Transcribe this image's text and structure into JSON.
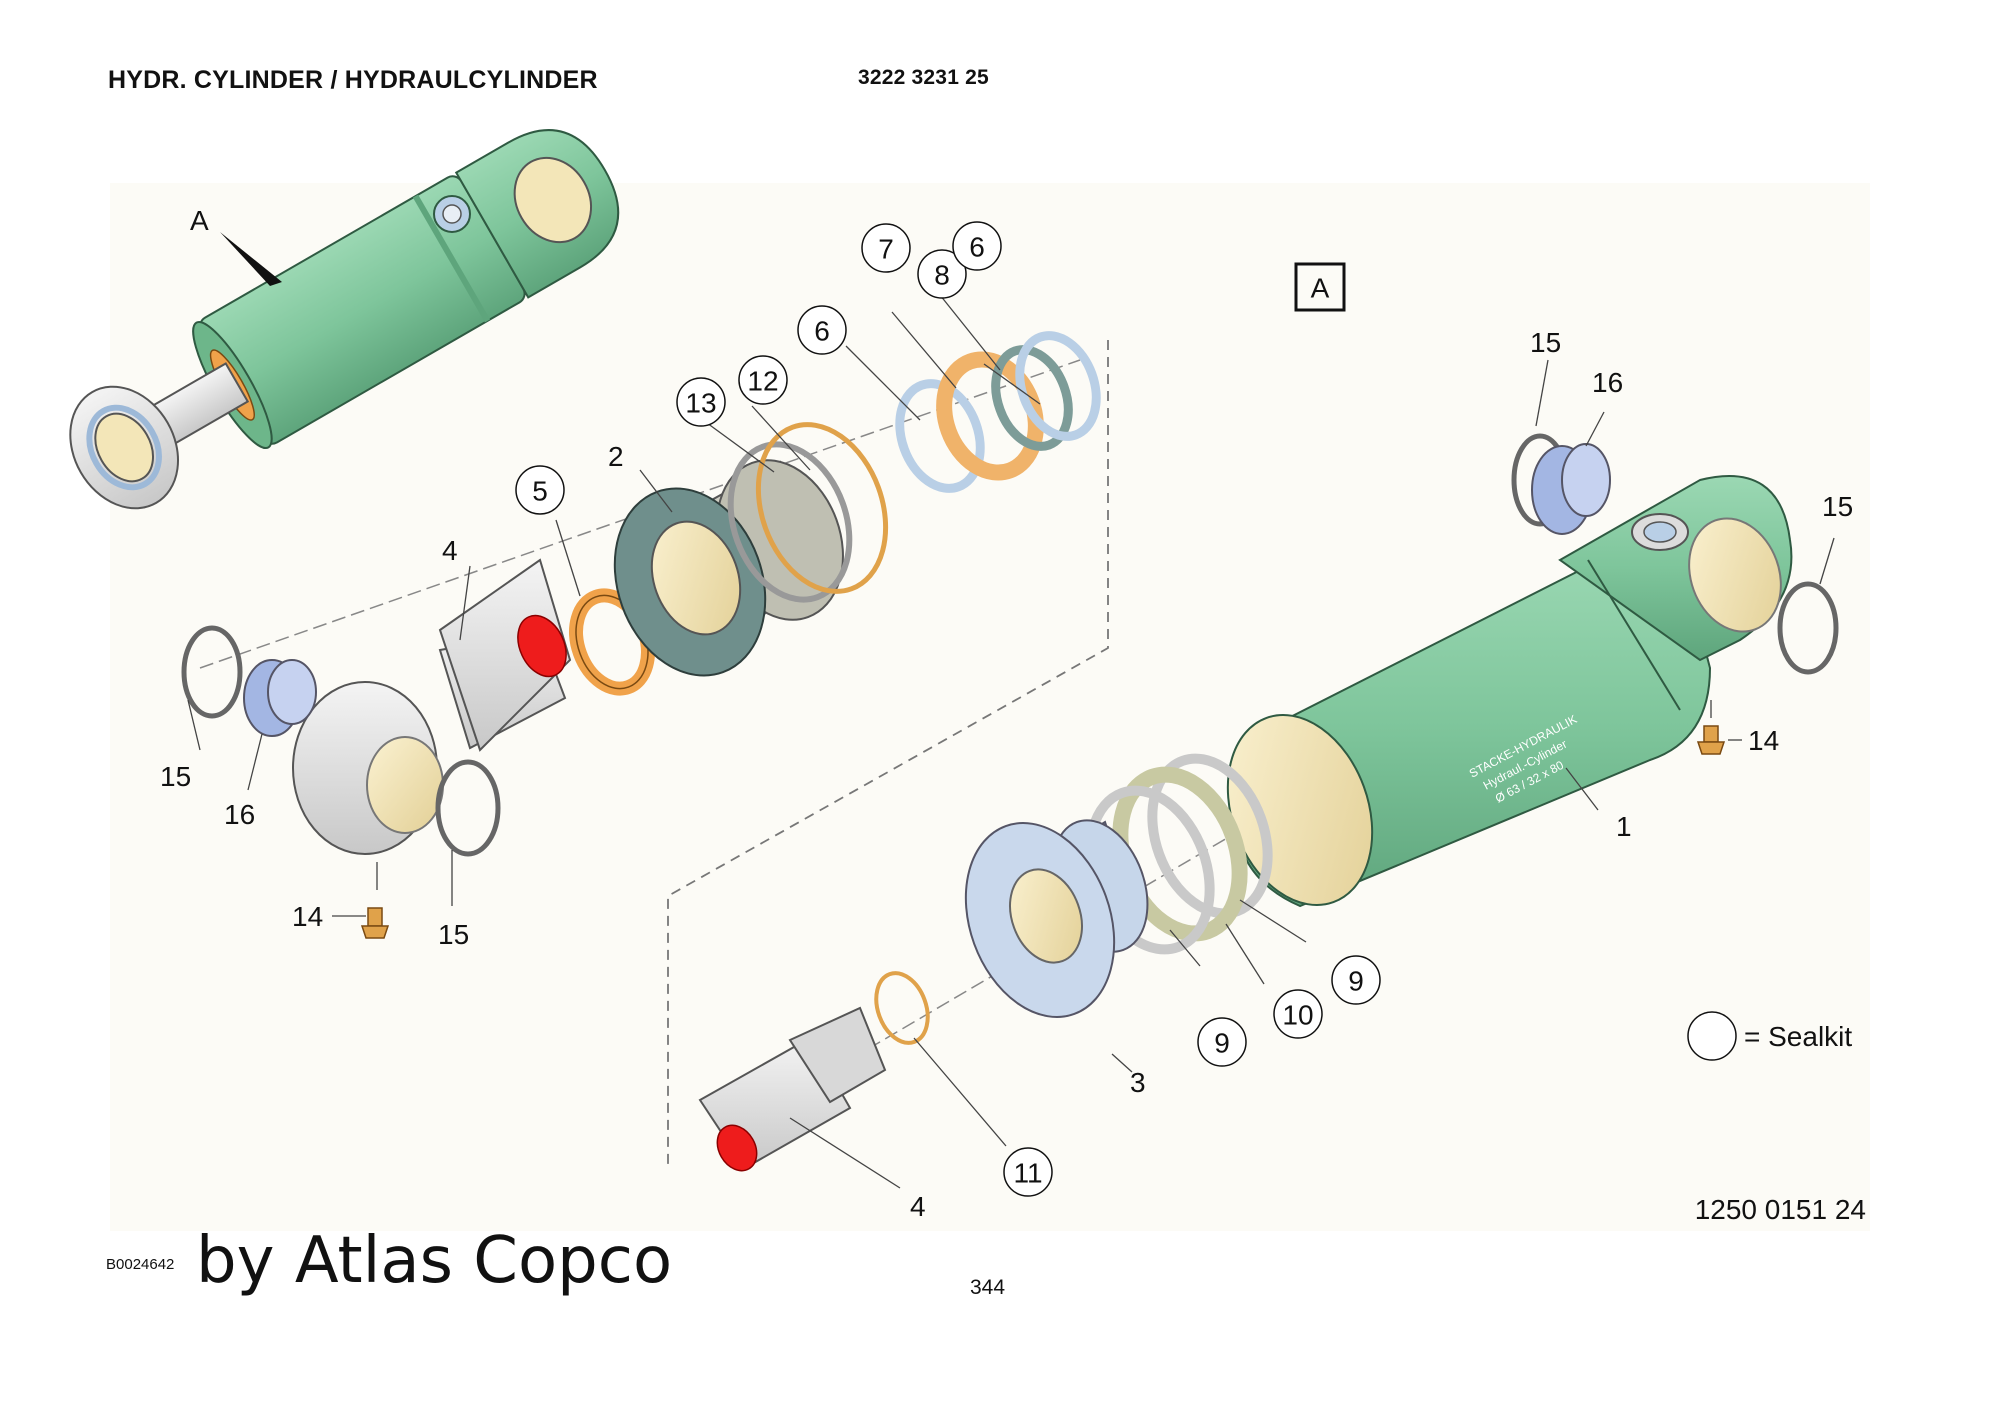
{
  "header": {
    "title": "HYDR. CYLINDER / HYDRAULCYLINDER",
    "part_number": "3222 3231 25"
  },
  "view": {
    "arrow_label": "A",
    "box_label": "A"
  },
  "cylinder_text": {
    "line1": "STACKE-HYDRAULIK",
    "line2": "Hydraul.-Cylinder",
    "line3": "Ø 63 / 32 x 80"
  },
  "callouts": {
    "c1": "1",
    "c2": "2",
    "c3": "3",
    "c4a": "4",
    "c4b": "4",
    "c5": "5",
    "c6a": "6",
    "c6b": "6",
    "c7": "7",
    "c8": "8",
    "c9a": "9",
    "c9b": "9",
    "c10": "10",
    "c11": "11",
    "c12": "12",
    "c13": "13",
    "c14a": "14",
    "c14b": "14",
    "c15a": "15",
    "c15b": "15",
    "c15c": "15",
    "c15d": "15",
    "c16a": "16",
    "c16b": "16"
  },
  "legend": {
    "text": "= Sealkit"
  },
  "footer": {
    "figure_code": "B0024642",
    "brand": "by Atlas Copco",
    "page": "344",
    "doc_number": "1250 0151 24"
  },
  "colors": {
    "cylinder": "#7ec59b",
    "cylinder_dark": "#4e9a6e",
    "seal_orange": "#f0a24a",
    "ring_blue": "#b9cfe6",
    "gland_teal": "#6f8f8c",
    "brass": "#e0a24a",
    "red": "#ee1c1c",
    "cream": "#f3e6b8"
  }
}
